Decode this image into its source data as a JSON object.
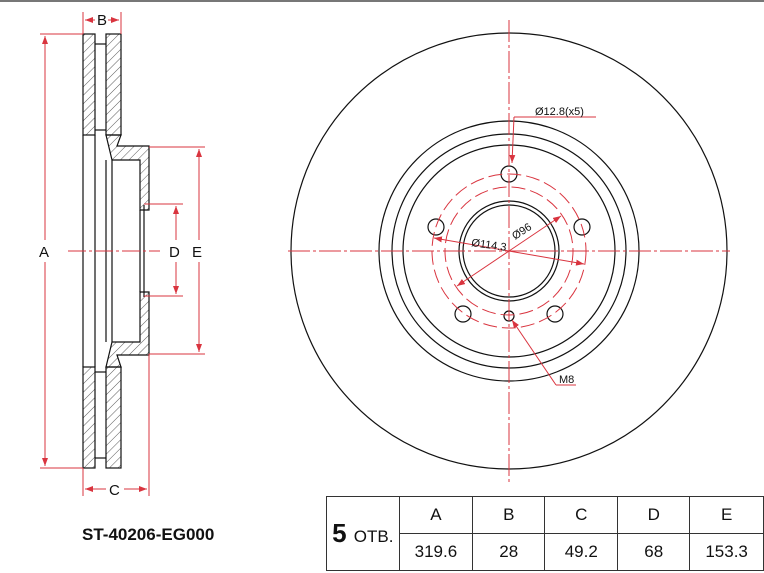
{
  "part_number": "ST-40206-EG000",
  "holes": {
    "count": "5",
    "unit": "ОТВ."
  },
  "table": {
    "headers": [
      "A",
      "B",
      "C",
      "D",
      "E"
    ],
    "values": [
      "319.6",
      "28",
      "49.2",
      "68",
      "153.3"
    ]
  },
  "side_view": {
    "labels": {
      "A": "A",
      "B": "B",
      "C": "C",
      "D": "D",
      "E": "E"
    }
  },
  "front_view": {
    "bolt_hole_label": "Ø12.8(x5)",
    "pcd_label": "Ø114.3",
    "center_bore_label": "Ø96",
    "thread_label": "M8"
  },
  "colors": {
    "line": "#111111",
    "dimension": "#d9343f"
  }
}
